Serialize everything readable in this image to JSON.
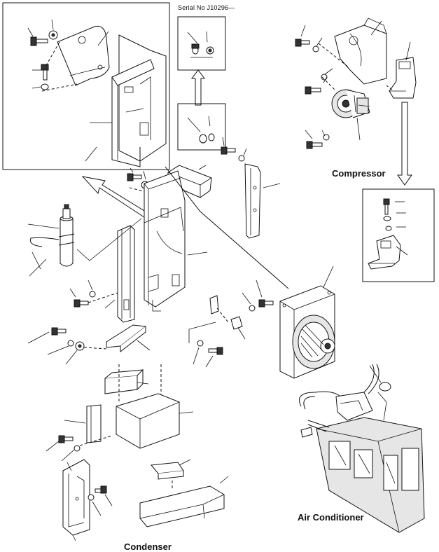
{
  "diagram": {
    "serial_note": "Serial No J10296—",
    "labels": {
      "compressor": "Compressor",
      "air_conditioner": "Air Conditioner",
      "condenser": "Condenser"
    }
  }
}
